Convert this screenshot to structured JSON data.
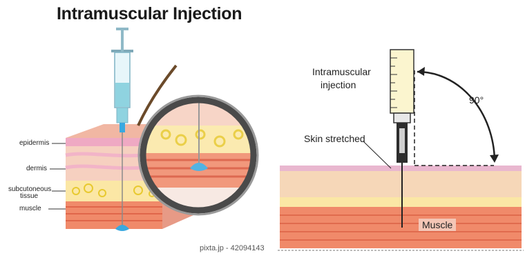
{
  "left": {
    "title": "Intramuscular Injection",
    "layers": {
      "epidermis": "epidermis",
      "dermis": "dermis",
      "subcutaneous": "subcutoneous tissue",
      "muscle": "muscle"
    },
    "watermark": "pixta.jp - 42094143"
  },
  "right": {
    "injection_label_line1": "Intramuscular",
    "injection_label_line2": "injection",
    "skin_label": "Skin stretched",
    "angle_label": "90°",
    "muscle_label": "Muscle"
  },
  "colors": {
    "epidermis": "#e9b7cf",
    "dermis": "#f6d7b8",
    "fat": "#fbe7a5",
    "muscle": "#f08a6a",
    "syringe_fluid": "#8fd3e0",
    "injected_fluid": "#3aa9e0"
  }
}
